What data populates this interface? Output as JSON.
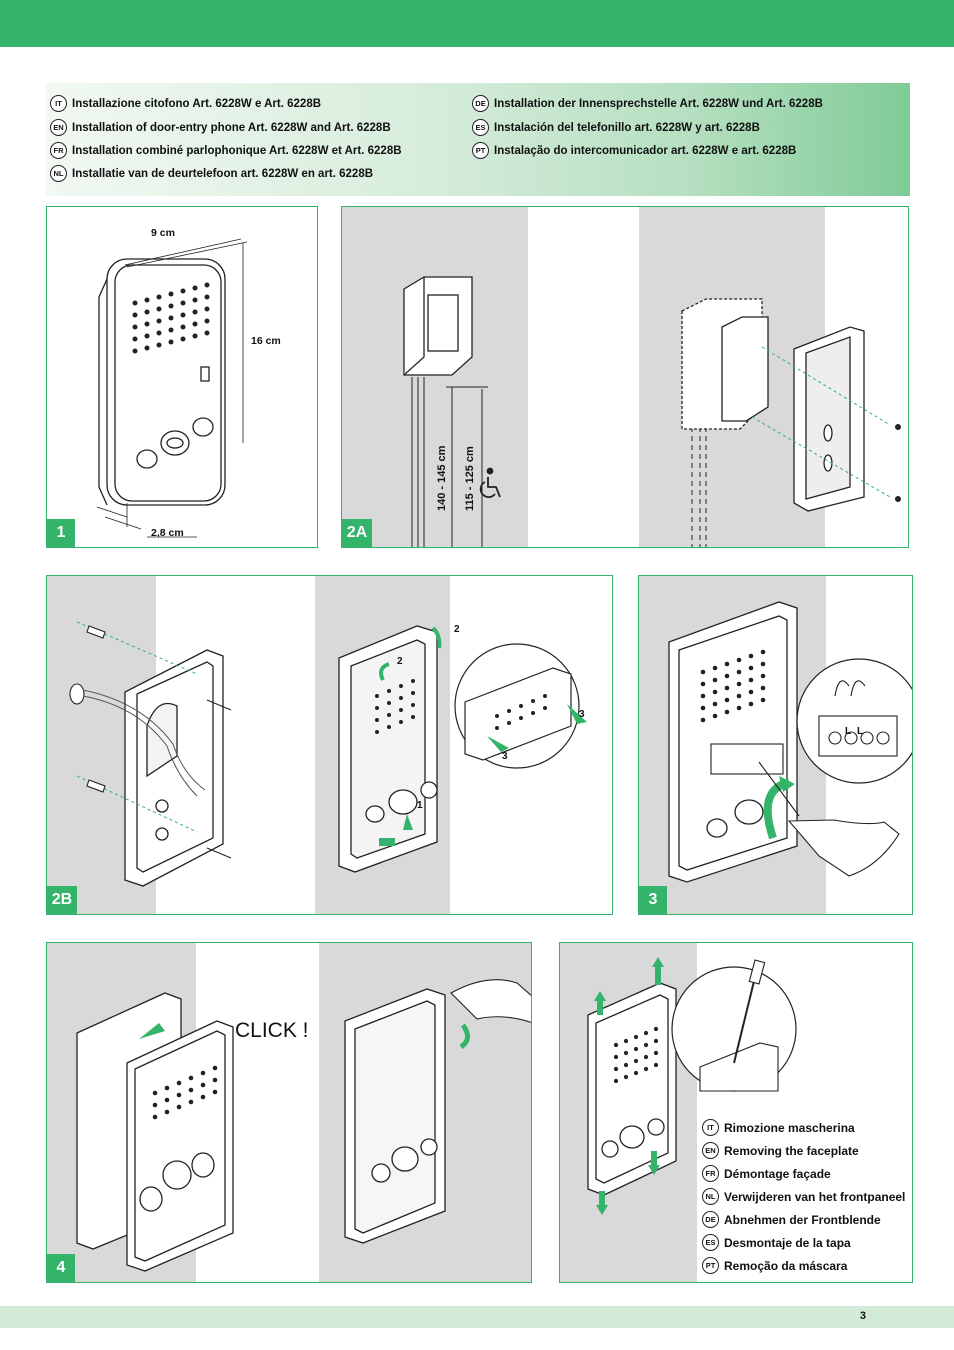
{
  "intro": {
    "left": [
      {
        "code": "IT",
        "text": "Installazione citofono Art. 6228W e Art. 6228B"
      },
      {
        "code": "EN",
        "text": "Installation of door-entry phone Art. 6228W and Art. 6228B"
      },
      {
        "code": "FR",
        "text": "Installation combiné parlophonique Art. 6228W et Art. 6228B"
      },
      {
        "code": "NL",
        "text": "Installatie van de deurtelefoon art. 6228W en art. 6228B"
      }
    ],
    "right": [
      {
        "code": "DE",
        "text": "Installation der Innensprechstelle Art. 6228W und Art. 6228B"
      },
      {
        "code": "ES",
        "text": "Instalación del telefonillo art. 6228W y art. 6228B"
      },
      {
        "code": "PT",
        "text": "Instalação do intercomunicador art. 6228W e art. 6228B"
      }
    ]
  },
  "panels": {
    "p1": {
      "step": "1",
      "width_label": "9 cm",
      "height_label": "16 cm",
      "depth_label": "2,8 cm"
    },
    "p2a": {
      "step": "2A",
      "height_1": "140 - 145 cm",
      "height_2": "115 - 125 cm",
      "accessibility_icon": "wheelchair-icon"
    },
    "p2b": {
      "step": "2B",
      "callouts": [
        "2",
        "2",
        "1",
        "3",
        "3"
      ]
    },
    "p3": {
      "step": "3",
      "terminal_labels": [
        "L",
        "L"
      ]
    },
    "p4": {
      "step": "4",
      "click_label": "CLICK !"
    },
    "p5": {
      "legend": [
        {
          "code": "IT",
          "text": "Rimozione mascherina"
        },
        {
          "code": "EN",
          "text": "Removing the faceplate"
        },
        {
          "code": "FR",
          "text": "Démontage façade"
        },
        {
          "code": "NL",
          "text": "Verwijderen van het frontpaneel"
        },
        {
          "code": "DE",
          "text": "Abnehmen der Frontblende"
        },
        {
          "code": "ES",
          "text": "Desmontaje de la tapa"
        },
        {
          "code": "PT",
          "text": "Remoção da máscara"
        }
      ]
    }
  },
  "footer": {
    "page_number": "3"
  },
  "colors": {
    "accent": "#34b36a",
    "panel_gray": "#d9d9d9",
    "footer_band": "#d4ead8"
  }
}
